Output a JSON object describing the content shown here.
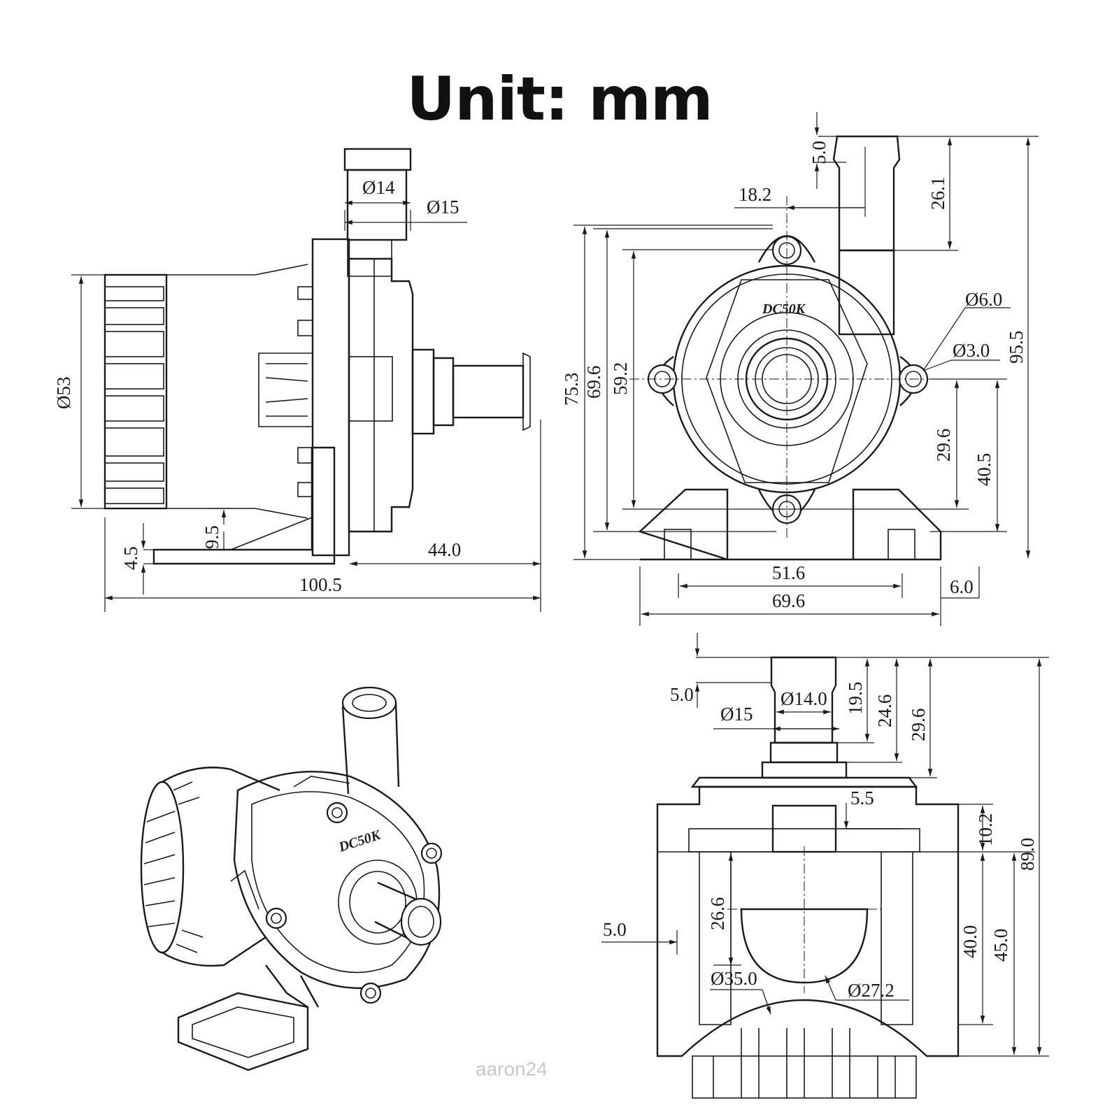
{
  "title": "Unit: mm",
  "watermark": "aaron24",
  "brand_logo": "DC50K",
  "perspective_logo": "DC50K",
  "side_view": {
    "dims": [
      "Ø14",
      "Ø15",
      "Ø53",
      "9.5",
      "4.5",
      "44.0",
      "100.5"
    ]
  },
  "front_view": {
    "dims": [
      "5.0",
      "18.2",
      "26.1",
      "Ø6.0",
      "Ø3.0",
      "95.5",
      "75.3",
      "69.6",
      "59.2",
      "29.6",
      "40.5",
      "51.6",
      "69.6",
      "6.0"
    ]
  },
  "top_view": {
    "dims": [
      "5.0",
      "Ø15",
      "Ø14.0",
      "19.5",
      "24.6",
      "29.6",
      "5.5",
      "10.2",
      "89.0",
      "5.0",
      "26.6",
      "40.0",
      "45.0",
      "Ø35.0",
      "Ø27.2"
    ]
  }
}
